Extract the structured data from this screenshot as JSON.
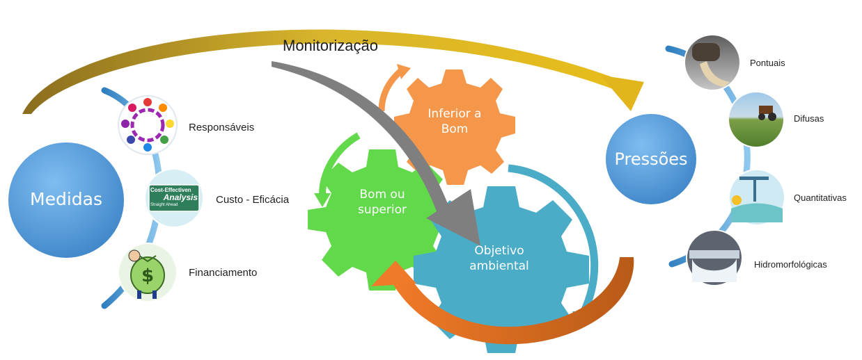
{
  "title": "Monitorização",
  "hubs": {
    "left": "Medidas",
    "right": "Pressões"
  },
  "gears": {
    "orange": [
      "Inferior a",
      "Bom"
    ],
    "green": [
      "Bom ou",
      "superior"
    ],
    "blue": [
      "Objetivo",
      "ambiental"
    ]
  },
  "measures": [
    {
      "label": "Responsáveis",
      "icon": "people-circle-icon"
    },
    {
      "label": "Custo - Eficácia",
      "icon": "analysis-sign-icon"
    },
    {
      "label": "Financiamento",
      "icon": "money-bag-icon"
    }
  ],
  "pressures": [
    {
      "label": "Pontuais",
      "icon": "discharge-pipe-icon"
    },
    {
      "label": "Difusas",
      "icon": "tractor-field-icon"
    },
    {
      "label": "Quantitativas",
      "icon": "water-extraction-icon"
    },
    {
      "label": "Hidromorfológicas",
      "icon": "dam-waterfall-icon"
    }
  ],
  "sign": {
    "line1": "Cost-Effectiven",
    "line2": "Analysis",
    "line3": "Straight Ahead"
  },
  "colors": {
    "hub_blue": "#5aa0de",
    "gear_orange": "#f4974a",
    "gear_green": "#62d94a",
    "gear_blue": "#4aacc6",
    "arrow_gold": "#c9a227",
    "arrow_gray": "#7f7f7f",
    "arc_blue": "#4aa3dc"
  }
}
